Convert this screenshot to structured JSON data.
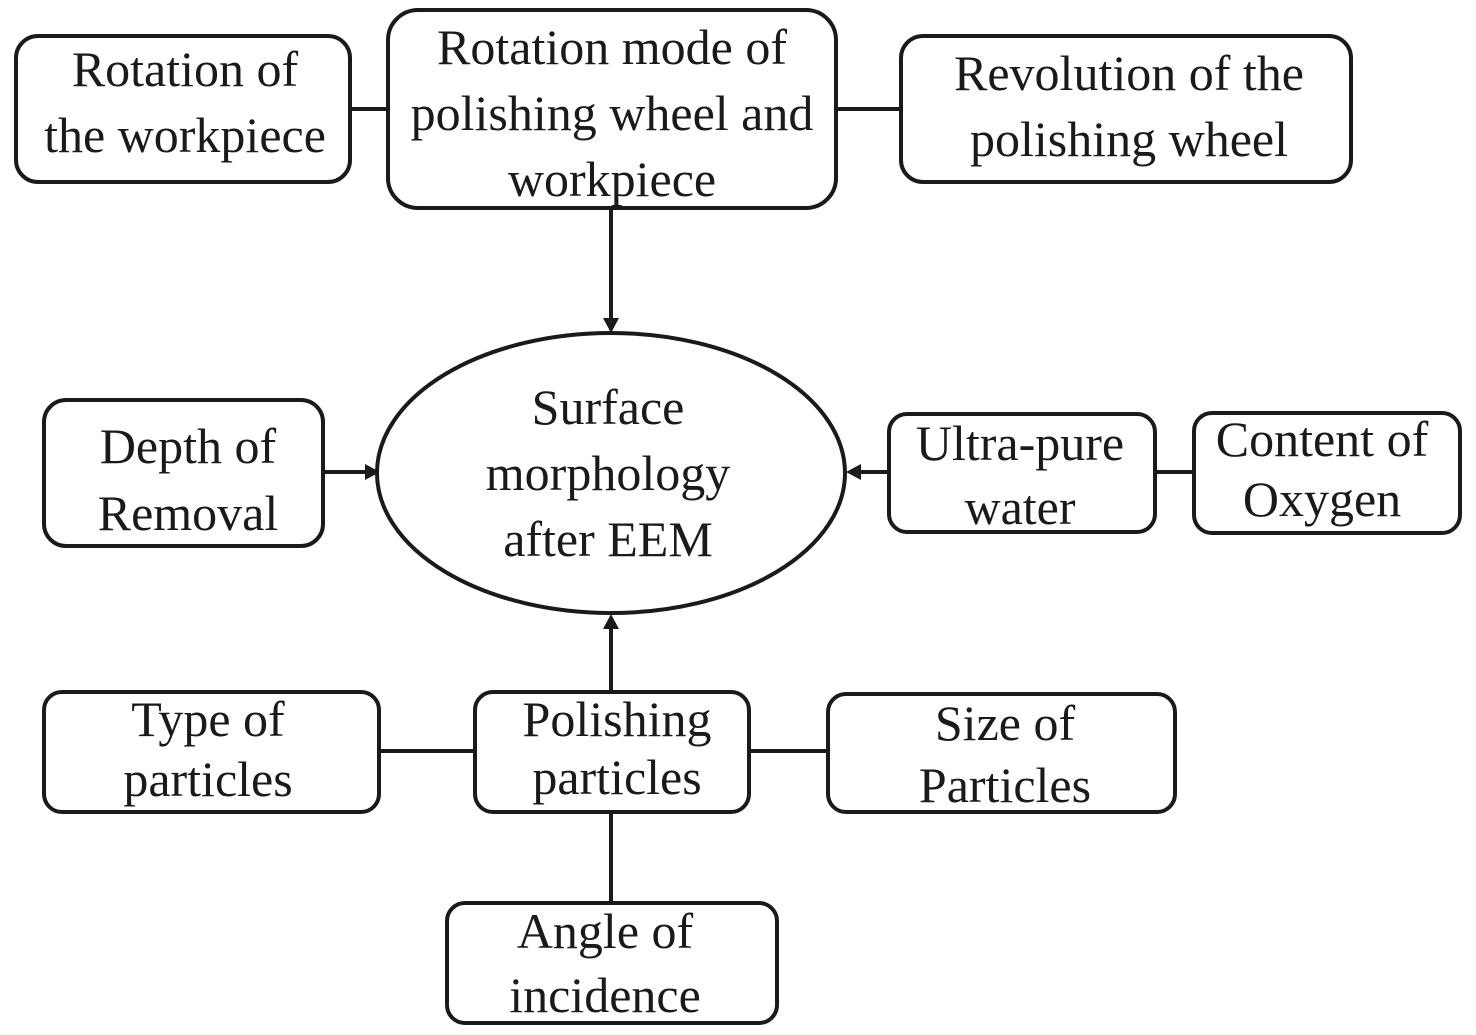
{
  "diagram": {
    "title": "Factors affecting surface morphology after EEM",
    "center": {
      "id": "surface",
      "lines": [
        "Surface",
        "morphology",
        "after EEM"
      ]
    },
    "nodes": [
      {
        "id": "rot_workpiece",
        "lines": [
          "Rotation of",
          "the workpiece"
        ]
      },
      {
        "id": "rot_mode",
        "lines": [
          "Rotation mode of",
          "polishing wheel and",
          "workpiece"
        ]
      },
      {
        "id": "rev_wheel",
        "lines": [
          "Revolution of the",
          "polishing wheel"
        ]
      },
      {
        "id": "depth",
        "lines": [
          "Depth of",
          "Removal"
        ]
      },
      {
        "id": "water",
        "lines": [
          "Ultra-pure",
          "water"
        ]
      },
      {
        "id": "oxygen",
        "lines": [
          "Content of",
          "Oxygen"
        ]
      },
      {
        "id": "type",
        "lines": [
          "Type of",
          "particles"
        ]
      },
      {
        "id": "polish_particles",
        "lines": [
          "Polishing",
          "particles"
        ]
      },
      {
        "id": "size",
        "lines": [
          "Size of",
          "Particles"
        ]
      },
      {
        "id": "angle",
        "lines": [
          "Angle of",
          "incidence"
        ]
      }
    ],
    "edges": [
      {
        "from": "rot_workpiece",
        "to": "rot_mode",
        "arrow": false
      },
      {
        "from": "rev_wheel",
        "to": "rot_mode",
        "arrow": false
      },
      {
        "from": "rot_mode",
        "to": "surface",
        "arrow": true
      },
      {
        "from": "depth",
        "to": "surface",
        "arrow": true
      },
      {
        "from": "oxygen",
        "to": "water",
        "arrow": false
      },
      {
        "from": "water",
        "to": "surface",
        "arrow": true
      },
      {
        "from": "type",
        "to": "polish_particles",
        "arrow": false
      },
      {
        "from": "size",
        "to": "polish_particles",
        "arrow": false
      },
      {
        "from": "angle",
        "to": "polish_particles",
        "arrow": false
      },
      {
        "from": "polish_particles",
        "to": "surface",
        "arrow": true
      }
    ]
  }
}
